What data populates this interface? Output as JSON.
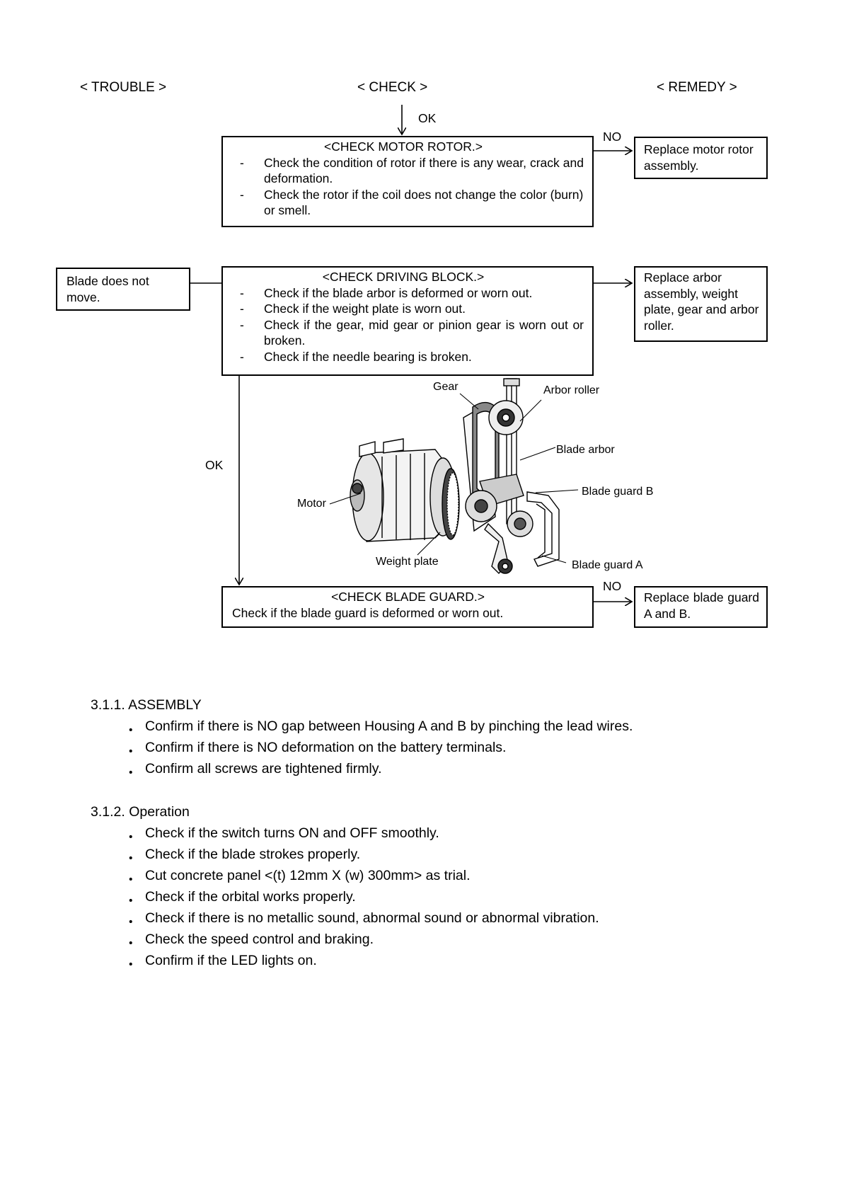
{
  "headers": {
    "trouble": "< TROUBLE >",
    "check": "< CHECK >",
    "remedy": "< REMEDY >"
  },
  "flow": {
    "ok_top": "OK",
    "ok_left": "OK",
    "no_1": "NO",
    "no_2": "NO",
    "trouble_box": "Blade does not move.",
    "motor_rotor": {
      "title": "<CHECK MOTOR ROTOR.>",
      "items": [
        "Check the condition of rotor if there is any wear, crack and deformation.",
        "Check the rotor if the coil does not change the color (burn) or smell."
      ]
    },
    "remedy_motor": "Replace motor rotor assembly.",
    "driving_block": {
      "title": "<CHECK DRIVING BLOCK.>",
      "items": [
        "Check if the blade arbor is deformed or worn out.",
        "Check if the weight plate is worn out.",
        "Check if the gear, mid gear or pinion gear is worn out or broken.",
        "Check if the needle bearing is broken."
      ]
    },
    "remedy_driving": "Replace arbor assembly, weight plate, gear and arbor roller.",
    "blade_guard": {
      "title": "<CHECK BLADE GUARD.>",
      "text": "Check if the blade guard is deformed or worn out."
    },
    "remedy_guard": "Replace blade guard A and B.",
    "dash": "-"
  },
  "figure": {
    "labels": {
      "gear": "Gear",
      "arbor_roller": "Arbor roller",
      "blade_arbor": "Blade arbor",
      "motor": "Motor",
      "blade_guard_b": "Blade guard B",
      "weight_plate": "Weight plate",
      "blade_guard_a": "Blade guard A"
    }
  },
  "sections": {
    "assembly": {
      "heading": "3.1.1.  ASSEMBLY",
      "bullets": [
        "Confirm if there is NO gap between Housing A and B by pinching the lead wires.",
        "Confirm if there is NO deformation on the battery terminals.",
        "Confirm all screws are tightened firmly."
      ]
    },
    "operation": {
      "heading": "3.1.2. Operation",
      "bullets": [
        "Check if the switch turns ON and OFF smoothly.",
        "Check if the blade strokes properly.",
        "Cut concrete panel <(t) 12mm X (w) 300mm> as trial.",
        "Check if the orbital works properly.",
        "Check if there is no metallic sound, abnormal sound or abnormal vibration.",
        "Check the speed control and braking.",
        "Confirm if the LED lights on."
      ]
    },
    "bullet_glyph": "・"
  }
}
